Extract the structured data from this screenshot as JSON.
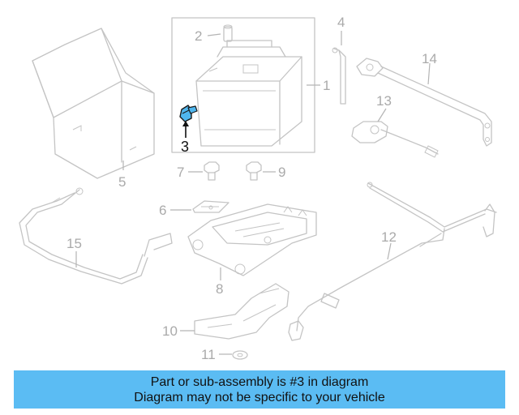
{
  "diagram": {
    "highlight_color": "#4fb6ee",
    "callouts": {
      "c1": "1",
      "c2": "2",
      "c3": "3",
      "c4": "4",
      "c5": "5",
      "c6": "6",
      "c7": "7",
      "c8": "8",
      "c9": "9",
      "c10": "10",
      "c11": "11",
      "c12": "12",
      "c13": "13",
      "c14": "14",
      "c15": "15"
    }
  },
  "banner": {
    "line1": "Part or sub-assembly is #3 in diagram",
    "line2": "Diagram may not be specific to your vehicle",
    "background": "#5bbcf3"
  }
}
